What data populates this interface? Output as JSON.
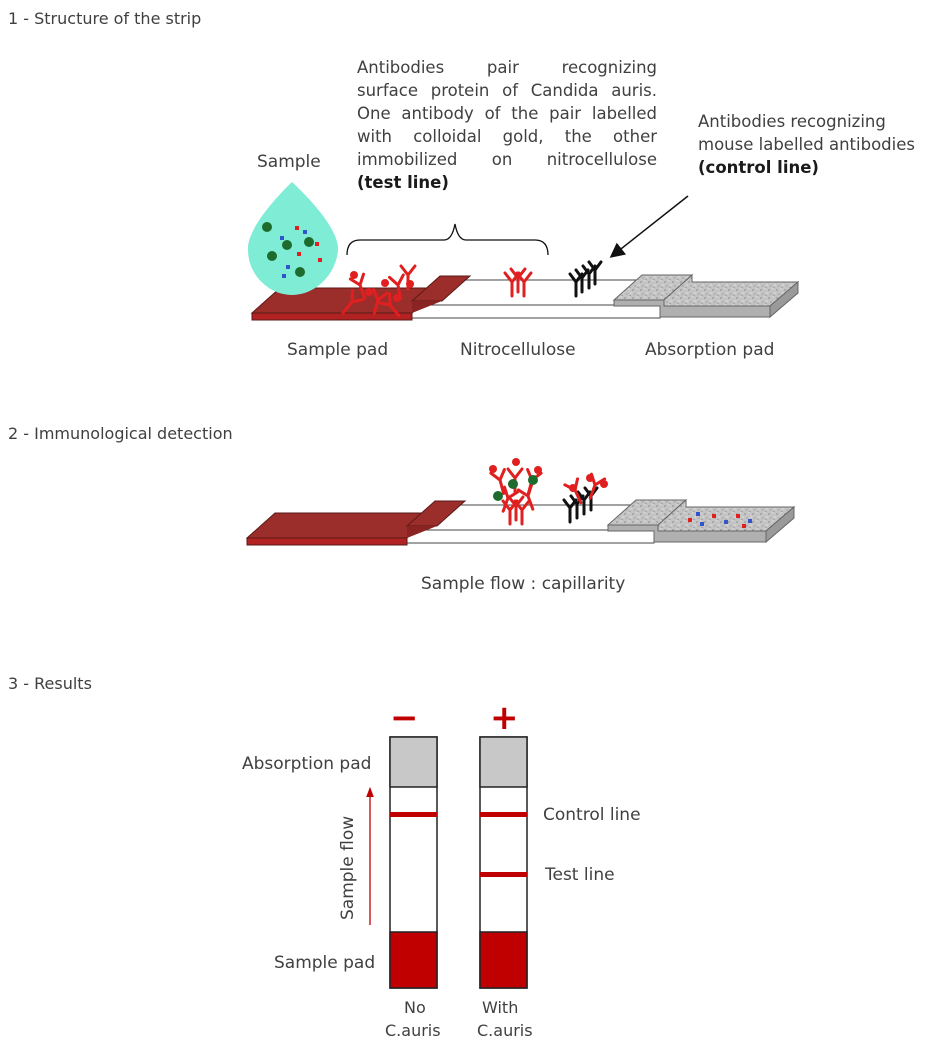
{
  "section1": {
    "title": "1 - Structure of the strip",
    "sample_label": "Sample",
    "test_desc": [
      "Antibodies pair recognizing",
      "surface protein of Candida auris.",
      "One antibody of the pair labelled",
      "with colloidal gold, the other",
      "immobilized on nitrocellulose"
    ],
    "test_line_label": "(test line)",
    "control_desc": [
      "Antibodies recognizing",
      "mouse labelled antibodies"
    ],
    "control_line_label": "(control line)",
    "strip_labels": {
      "sample_pad": "Sample pad",
      "nitrocellulose": "Nitrocellulose",
      "absorption_pad": "Absorption pad"
    }
  },
  "section2": {
    "title": "2 - Immunological detection",
    "caption": "Sample flow : capillarity"
  },
  "section3": {
    "title": "3 - Results",
    "negative_symbol": "−",
    "positive_symbol": "+",
    "labels": {
      "absorption_pad": "Absorption pad",
      "sample_pad": "Sample pad",
      "control_line": "Control line",
      "test_line": "Test line",
      "sample_flow": "Sample flow"
    },
    "negative_caption": [
      "No",
      "C.auris"
    ],
    "positive_caption": [
      "With",
      "C.auris"
    ]
  },
  "colors": {
    "pad_red": "#9b2d2a",
    "line_red": "#c00000",
    "drop": "#7fecd5",
    "gray": "#c8c8c8",
    "antibody_red": "#e02020",
    "gold": "#1e6b2e"
  }
}
